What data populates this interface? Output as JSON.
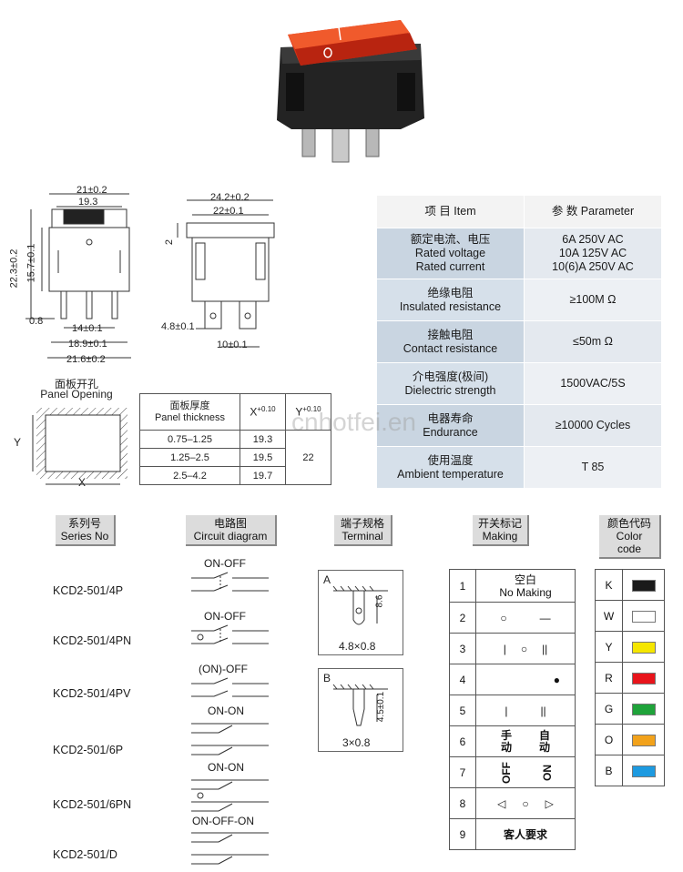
{
  "watermark": "cnhotfei.en",
  "dims": {
    "front": [
      "21±0.2",
      "19.3",
      "22.3±0.2",
      "15.7±0.1",
      "0.8",
      "14±0.1",
      "18.9±0.1",
      "21.6±0.2"
    ],
    "side": [
      "24.2±0.2",
      "22±0.1",
      "2",
      "4.8±0.1",
      "10±0.1"
    ]
  },
  "panel": {
    "title_cn": "面板开孔",
    "title_en": "Panel Opening",
    "y": "Y",
    "x": "X"
  },
  "panel_table": {
    "h1_cn": "面板厚度",
    "h1_en": "Panel thickness",
    "h2": "X",
    "h3": "Y",
    "tol": "+0.10",
    "tol0": "0",
    "rows": [
      {
        "t": "0.75–1.25",
        "x": "19.3"
      },
      {
        "t": "1.25–2.5",
        "x": "19.5"
      },
      {
        "t": "2.5–4.2",
        "x": "19.7"
      }
    ],
    "y_val": "22"
  },
  "spec": {
    "h_item": "项 目   Item",
    "h_param": "参 数   Parameter",
    "rows": [
      {
        "l1": "额定电流、电压",
        "l2": "Rated voltage",
        "l3": "Rated current",
        "v1": "6A  250V AC",
        "v2": "10A 125V AC",
        "v3": "10(6)A  250V AC"
      },
      {
        "l1": "绝缘电阻",
        "l2": "Insulated resistance",
        "v1": "≥100M Ω"
      },
      {
        "l1": "接触电阻",
        "l2": "Contact resistance",
        "v1": "≤50m Ω"
      },
      {
        "l1": "介电强度(极间)",
        "l2": "Dielectric strength",
        "v1": "1500VAC/5S"
      },
      {
        "l1": "电器寿命",
        "l2": "Endurance",
        "v1": "≥10000 Cycles"
      },
      {
        "l1": "使用温度",
        "l2": "Ambient temperature",
        "v1": "T 85"
      }
    ]
  },
  "sections": {
    "series_cn": "系列号",
    "series_en": "Series No",
    "circuit_cn": "电路图",
    "circuit_en": "Circuit diagram",
    "terminal_cn": "端子规格",
    "terminal_en": "Terminal",
    "making_cn": "开关标记",
    "making_en": "Making",
    "color_cn": "颜色代码",
    "color_en": "Color code"
  },
  "series": [
    "KCD2-501/4P",
    "KCD2-501/4PN",
    "KCD2-501/4PV",
    "KCD2-501/6P",
    "KCD2-501/6PN",
    "KCD2-501/D"
  ],
  "circuits": [
    "ON-OFF",
    "ON-OFF",
    "(ON)-OFF",
    "ON-ON",
    "ON-ON",
    "ON-OFF-ON"
  ],
  "terminals": [
    {
      "id": "A",
      "dim": "8.6",
      "size": "4.8×0.8"
    },
    {
      "id": "B",
      "dim": "4.5±0.1",
      "size": "3×0.8"
    }
  ],
  "making": [
    {
      "n": "1",
      "cn": "空白",
      "en": "No Making"
    },
    {
      "n": "2",
      "a": "○",
      "b": "—"
    },
    {
      "n": "3",
      "a": "|",
      "b": "○",
      "c": "||"
    },
    {
      "n": "4",
      "a": "",
      "b": "●"
    },
    {
      "n": "5",
      "a": "|",
      "b": "||"
    },
    {
      "n": "6",
      "a": "手\n动",
      "b": "自\n动"
    },
    {
      "n": "7",
      "a": "OFF",
      "b": "ON"
    },
    {
      "n": "8",
      "a": "◁",
      "b": "○",
      "c": "▷"
    },
    {
      "n": "9",
      "cn": "客人要求"
    }
  ],
  "colors": [
    {
      "code": "K",
      "hex": "#1a1a1a"
    },
    {
      "code": "W",
      "hex": "#ffffff"
    },
    {
      "code": "Y",
      "hex": "#f5e600"
    },
    {
      "code": "R",
      "hex": "#e8141b"
    },
    {
      "code": "G",
      "hex": "#1fa33a"
    },
    {
      "code": "O",
      "hex": "#f2a21b"
    },
    {
      "code": "B",
      "hex": "#1d9ae0"
    }
  ]
}
